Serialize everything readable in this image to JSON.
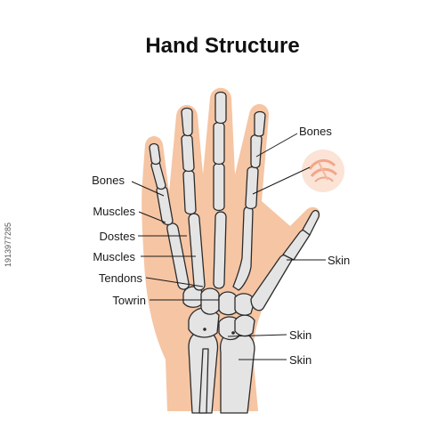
{
  "title": "Hand Structure",
  "labels": {
    "left": {
      "bones": "Bones",
      "muscles_1": "Muscles",
      "dostes": "Dostes",
      "muscles_2": "Muscles",
      "tendons": "Tendons",
      "towrin": "Towrin"
    },
    "right": {
      "bones": "Bones",
      "skin_1": "Skin",
      "skin_2": "Skin",
      "skin_3": "Skin"
    }
  },
  "stock_id": "1913977285",
  "colors": {
    "skin": "#f6c5a3",
    "bone": "#e4e4e4",
    "outline": "#2b2b2b",
    "inset_circle": "#fbe3d6"
  },
  "icons": [
    "hand-skin-silhouette",
    "finger-bone-icon",
    "tissue-magnifier-icon"
  ]
}
